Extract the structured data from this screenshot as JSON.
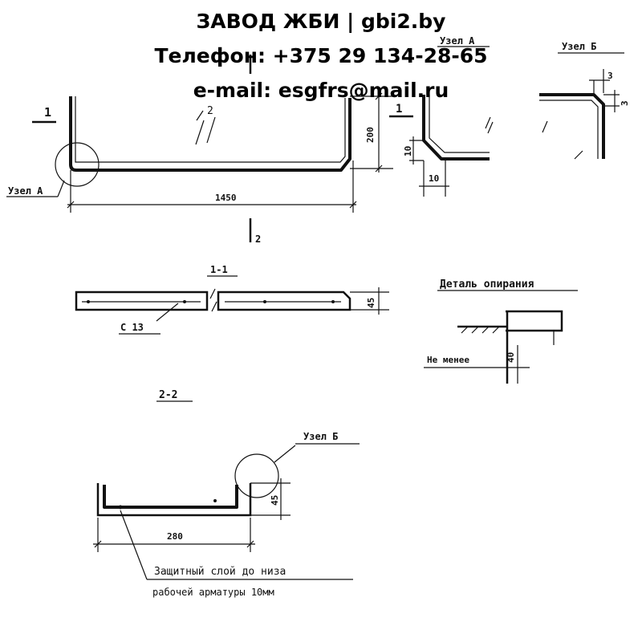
{
  "header": {
    "line1": "ЗАВОД ЖБИ | gbi2.by",
    "line2": "Телефон: +375 29 134-28-65",
    "line3": "e-mail: esgfrs@mail.ru"
  },
  "labels": {
    "section_mark_1": "1",
    "section_mark_1b": "1",
    "section_mark_2": "2",
    "section_mark_2_lower": "2",
    "node_a": "Узел А",
    "node_a_top": "Узел А",
    "node_b_top": "Узел Б",
    "node_b": "Узел Б",
    "dim_length": "1450",
    "dim_height": "200",
    "dim_10_vertical": "10",
    "dim_10_horizontal": "10",
    "dim_3_top": "3",
    "dim_3_side": "3",
    "section_1_1": "1-1",
    "rebar_c13": "С 13",
    "dim_45": "45",
    "detail_support": "Деталь опирания",
    "not_less": "Не менее",
    "dim_40": "40",
    "section_2_2": "2-2",
    "dim_45_section": "45",
    "dim_280": "280",
    "note_line1": "Защитный слой до низа",
    "note_line2": "рабочей арматуры 10мм"
  }
}
